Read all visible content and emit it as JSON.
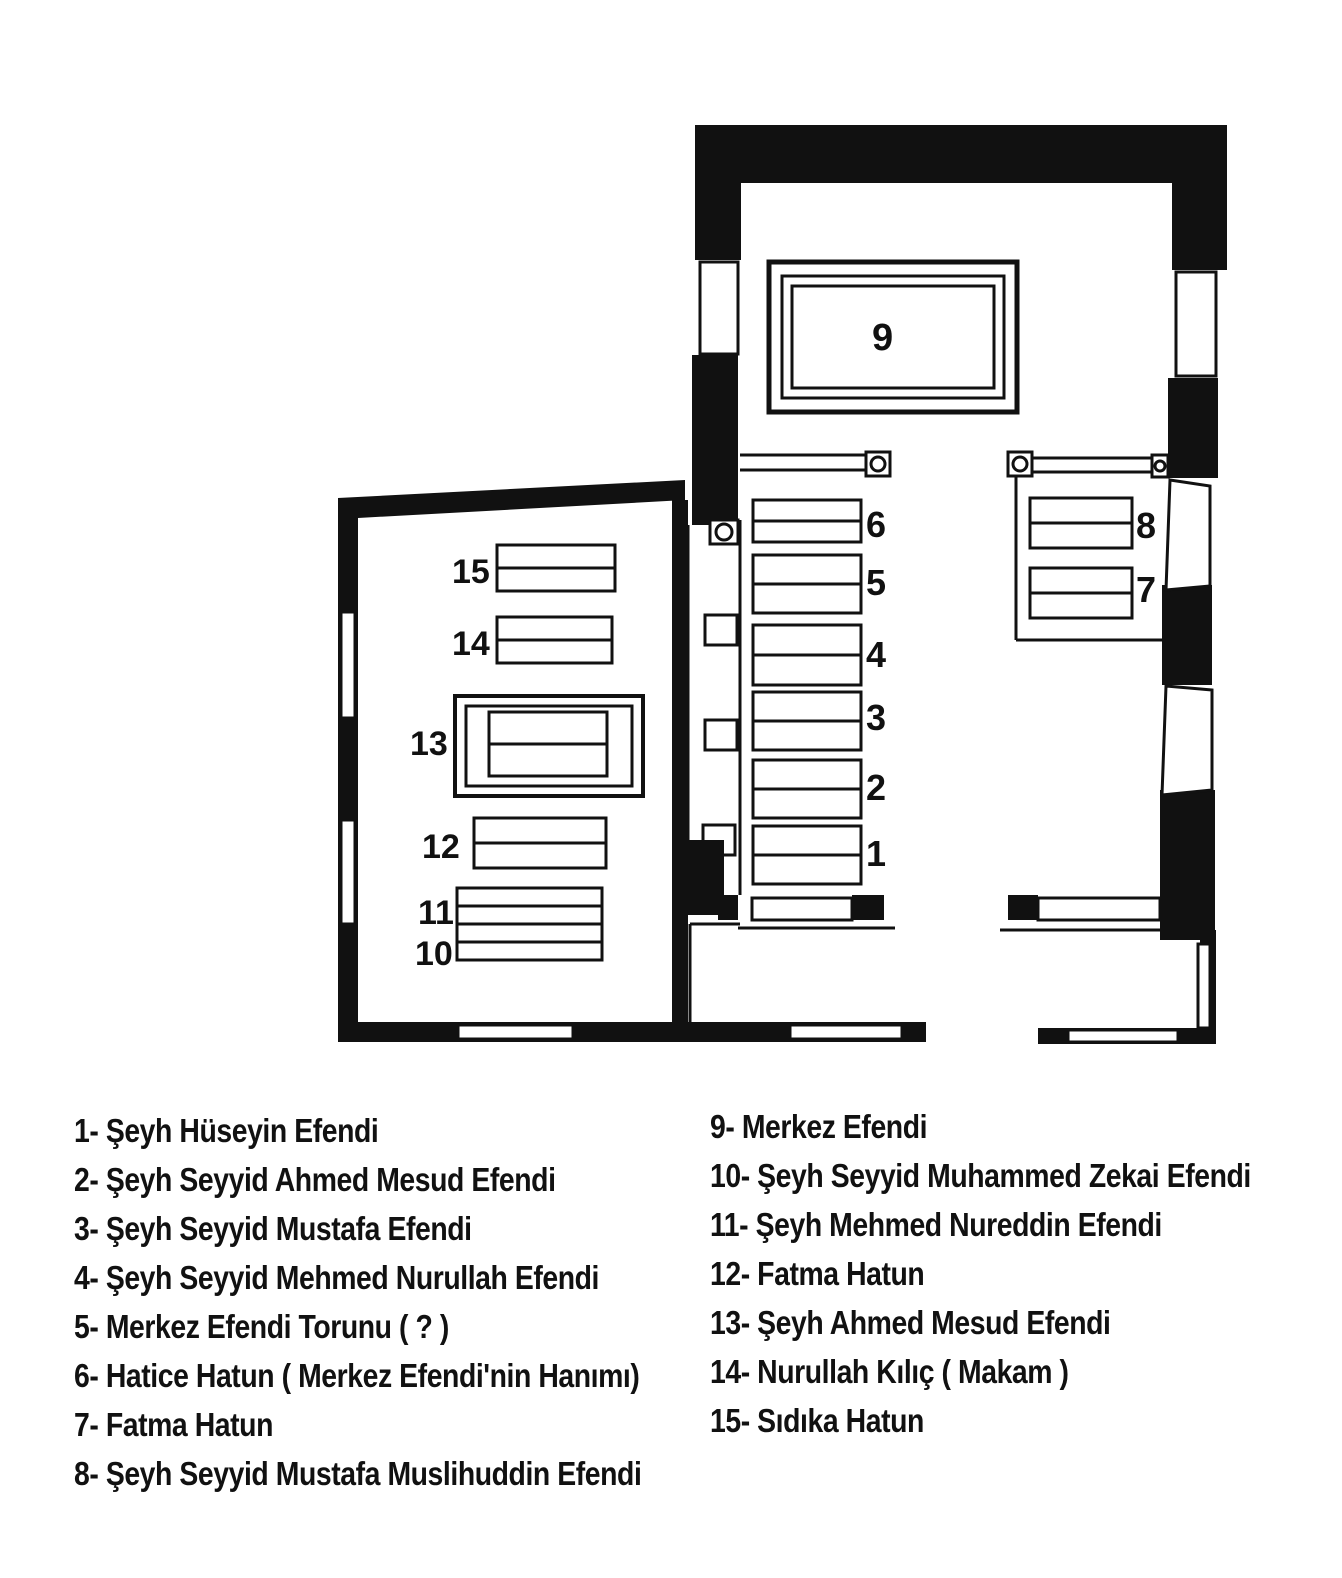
{
  "plan": {
    "labels": {
      "n1": "1",
      "n2": "2",
      "n3": "3",
      "n4": "4",
      "n5": "5",
      "n6": "6",
      "n7": "7",
      "n8": "8",
      "n9": "9",
      "n10": "10",
      "n11": "11",
      "n12": "12",
      "n13": "13",
      "n14": "14",
      "n15": "15"
    }
  },
  "legend": {
    "left": [
      "1- Şeyh Hüseyin Efendi",
      "2- Şeyh Seyyid Ahmed Mesud Efendi",
      "3- Şeyh Seyyid Mustafa Efendi",
      "4- Şeyh Seyyid Mehmed Nurullah Efendi",
      "5- Merkez Efendi Torunu ( ? )",
      "6- Hatice Hatun ( Merkez Efendi'nin Hanımı)",
      "7- Fatma Hatun",
      "8- Şeyh Seyyid Mustafa Muslihuddin Efendi"
    ],
    "right": [
      "9- Merkez Efendi",
      "10- Şeyh Seyyid Muhammed Zekai Efendi",
      "11- Şeyh Mehmed Nureddin Efendi",
      "12- Fatma Hatun",
      "13- Şeyh Ahmed Mesud Efendi",
      "14- Nurullah Kılıç ( Makam )",
      "15- Sıdıka Hatun"
    ]
  }
}
